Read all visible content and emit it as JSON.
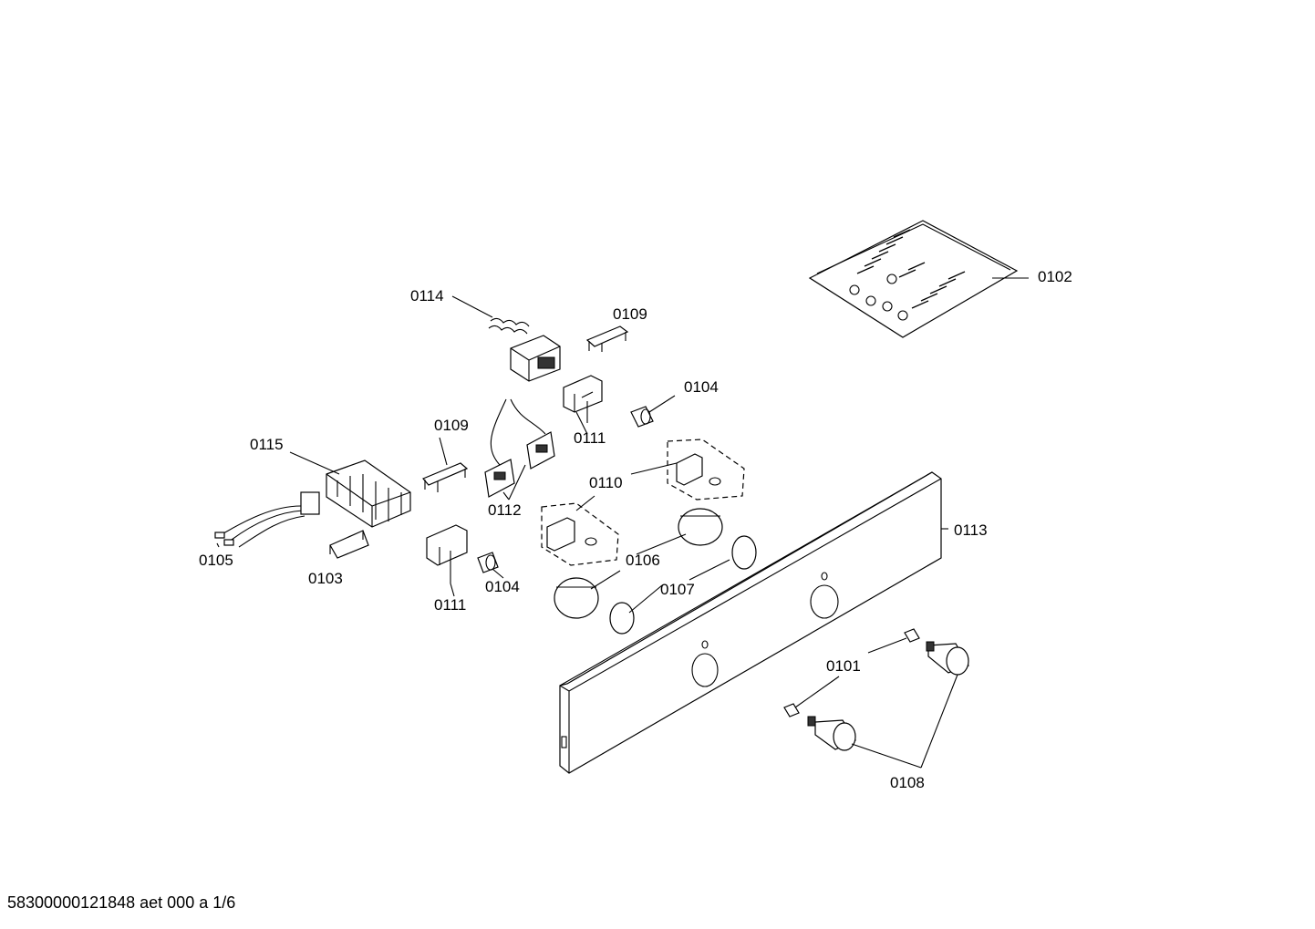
{
  "labels": {
    "p0102": "0102",
    "p0114": "0114",
    "p0109a": "0109",
    "p0104a": "0104",
    "p0111a": "0111",
    "p0109b": "0109",
    "p0115": "0115",
    "p0110": "0110",
    "p0112": "0112",
    "p0113": "0113",
    "p0105": "0105",
    "p0103": "0103",
    "p0106": "0106",
    "p0111b": "0111",
    "p0104b": "0104",
    "p0107": "0107",
    "p0101": "0101",
    "p0108": "0108"
  },
  "footer": "58300000121848 aet 000 a 1/6"
}
